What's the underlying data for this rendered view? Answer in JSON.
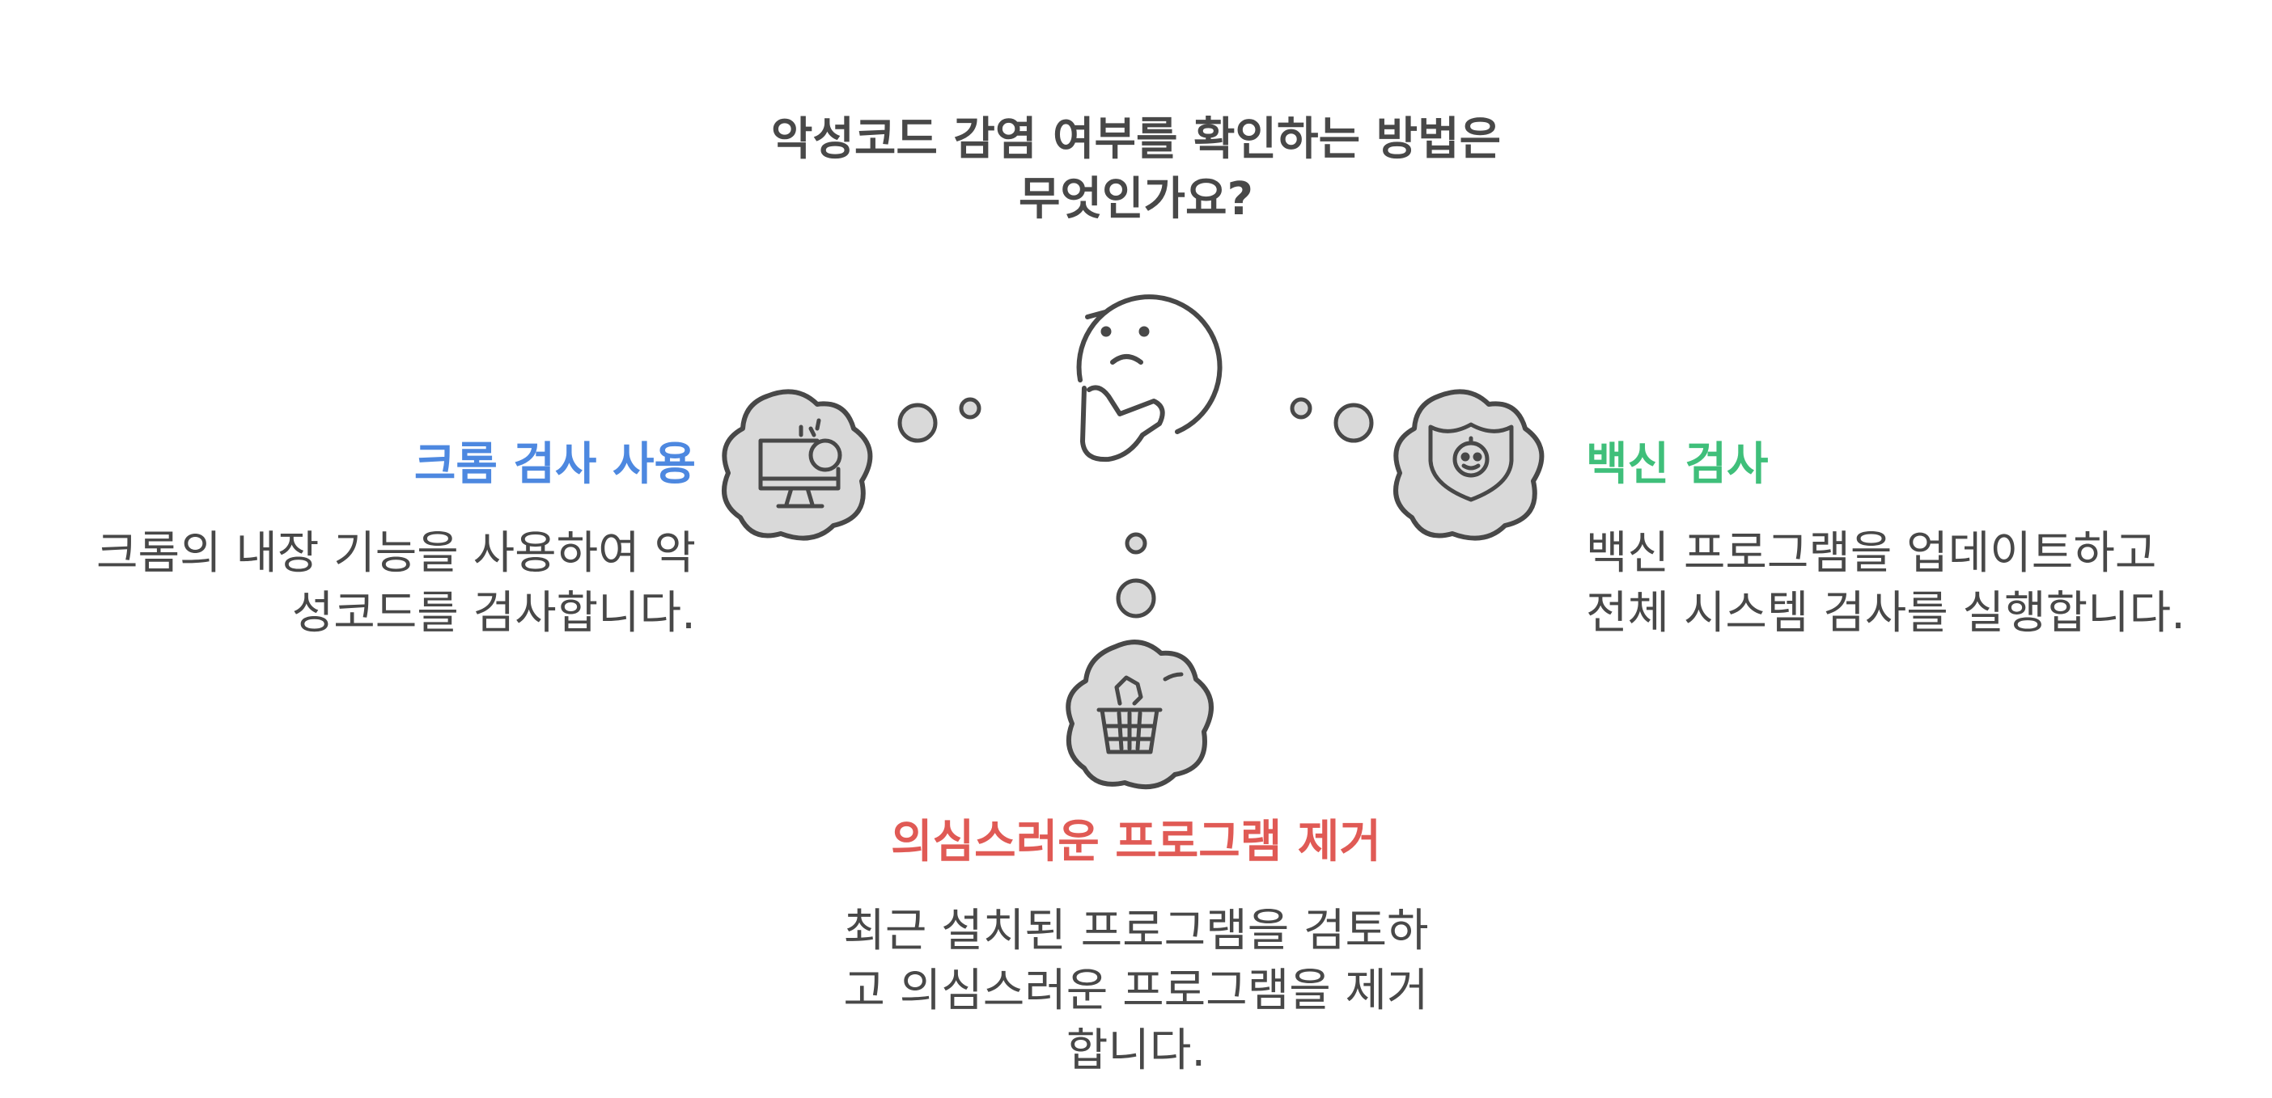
{
  "title": "악성코드 감염 여부를 확인하는 방법은\n무엇인가요?",
  "colors": {
    "chrome": "#4d88e0",
    "vaccine": "#3fbf7a",
    "remove": "#e05a55",
    "text": "#484848",
    "cloud_fill": "#d9d9d9",
    "stroke": "#484848"
  },
  "options": {
    "chrome": {
      "title": "크롬 검사 사용",
      "description": "크롬의 내장 기능을 사용하여 악\n성코드를 검사합니다.",
      "icon": "monitor-scan-icon"
    },
    "vaccine": {
      "title": "백신 검사",
      "description": "백신 프로그램을 업데이트하고\n전체 시스템 검사를 실행합니다.",
      "icon": "shield-virus-icon"
    },
    "remove": {
      "title": "의심스러운 프로그램 제거",
      "description": "최근 설치된 프로그램을 검토하\n고 의심스러운 프로그램을 제거\n합니다.",
      "icon": "trash-bin-icon"
    }
  },
  "center_icon": "thinking-face-icon"
}
